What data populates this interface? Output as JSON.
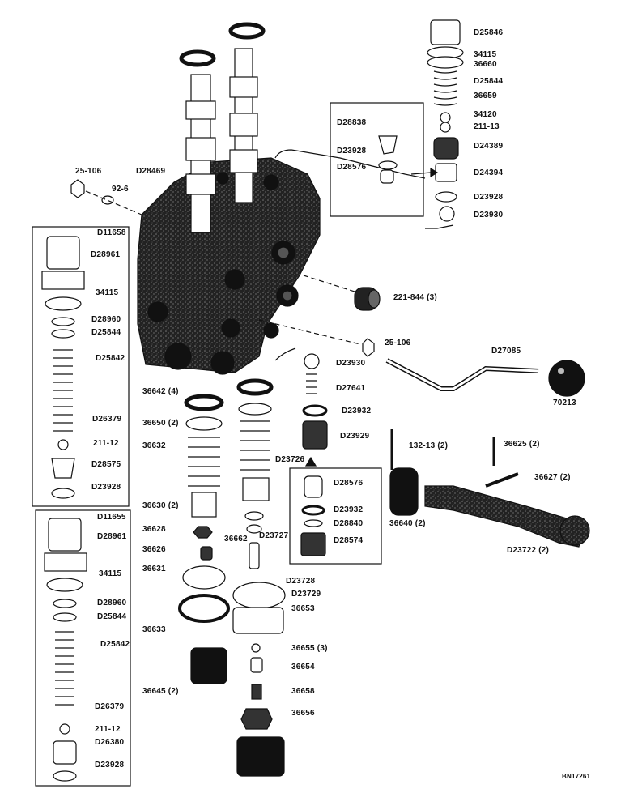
{
  "diagram": {
    "reference_code": "BN17261",
    "groups": {
      "relief_valve_a": "D11658",
      "relief_valve_b": "D11655"
    },
    "labels": {
      "top_right_cap": "D25846",
      "tr_34115": "34115",
      "tr_36660": "36660",
      "tr_d25844": "D25844",
      "tr_36659": "36659",
      "tr_34120": "34120",
      "tr_211_13": "211-13",
      "tr_d24389": "D24389",
      "tr_d24394": "D24394",
      "tr_d23928": "D23928",
      "tr_d23930": "D23930",
      "box_d28838": "D28838",
      "box_d23928": "D23928",
      "box_d28576": "D28576",
      "nut_25_106_top": "25-106",
      "washer_92_6": "92-6",
      "body_d28469": "D28469",
      "plug_221_844": "221-844 (3)",
      "nut_25_106_mid": "25-106",
      "lever_d27085": "D27085",
      "knob_70213": "70213",
      "a_d28961": "D28961",
      "a_34115": "34115",
      "a_d28960": "D28960",
      "a_d25844": "D25844",
      "a_d25842": "D25842",
      "a_d26379": "D26379",
      "a_211_12": "211-12",
      "a_d28575": "D28575",
      "a_d23928": "D23928",
      "b_d28961": "D28961",
      "b_34115": "34115",
      "b_d28960": "D28960",
      "b_d25844": "D25844",
      "b_d25842": "D25842",
      "b_d26379": "D26379",
      "b_211_12": "211-12",
      "b_d26380": "D26380",
      "b_d23928": "D23928",
      "c_36642": "36642 (4)",
      "c_36650": "36650 (2)",
      "c_36632": "36632",
      "c_36630": "36630 (2)",
      "c_36628": "36628",
      "c_36626": "36626",
      "c_36662": "36662",
      "c_36631": "36631",
      "c_36633": "36633",
      "c_36645": "36645 (2)",
      "m_d23930": "D23930",
      "m_d27641": "D27641",
      "m_d23932": "D23932",
      "m_d23929": "D23929",
      "m_d23726": "D23726",
      "m_d23727": "D23727",
      "m_d23728": "D23728",
      "m_d23729": "D23729",
      "m_36653": "36653",
      "m_36655": "36655 (3)",
      "m_36654": "36654",
      "m_36658": "36658",
      "m_36656": "36656",
      "mb_d28576": "D28576",
      "mb_d23932": "D23932",
      "mb_d28840": "D28840",
      "mb_d28574": "D28574",
      "r_132_13": "132-13 (2)",
      "r_36625": "36625 (2)",
      "r_36627": "36627 (2)",
      "r_36640": "36640 (2)",
      "r_d23722": "D23722 (2)"
    }
  }
}
